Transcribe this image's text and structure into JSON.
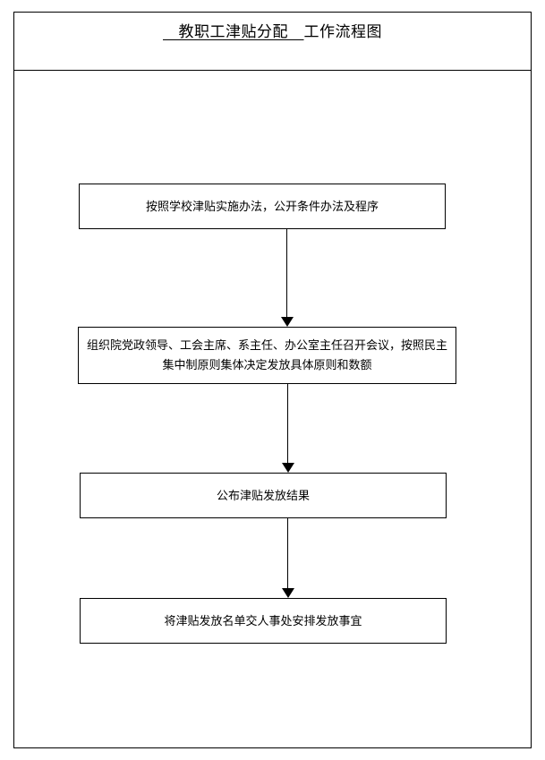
{
  "document": {
    "title_underlined_part": "　教职工津贴分配　",
    "title_rest": "工作流程图"
  },
  "chart_data": {
    "type": "diagram",
    "subtype": "flowchart",
    "title": "　教职工津贴分配　工作流程图",
    "orientation": "top-to-bottom",
    "nodes": [
      {
        "id": "box-1",
        "shape": "rectangle",
        "text": "按照学校津贴实施办法，公开条件办法及程序"
      },
      {
        "id": "box-2",
        "shape": "rectangle",
        "text": "组织院党政领导、工会主席、系主任、办公室主任召开会议，按照民主集中制原则集体决定发放具体原则和数额"
      },
      {
        "id": "box-3",
        "shape": "rectangle",
        "text": "公布津贴发放结果"
      },
      {
        "id": "box-4",
        "shape": "rectangle",
        "text": "将津贴发放名单交人事处安排发放事宜"
      }
    ],
    "edges": [
      {
        "id": "arrow-1",
        "from": "box-1",
        "to": "box-2",
        "style": "solid-arrow-down"
      },
      {
        "id": "arrow-2",
        "from": "box-2",
        "to": "box-3",
        "style": "solid-arrow-down"
      },
      {
        "id": "arrow-3",
        "from": "box-3",
        "to": "box-4",
        "style": "solid-arrow-down"
      }
    ],
    "colors": {
      "stroke": "#000000",
      "fill": "#ffffff",
      "text": "#000000"
    }
  }
}
